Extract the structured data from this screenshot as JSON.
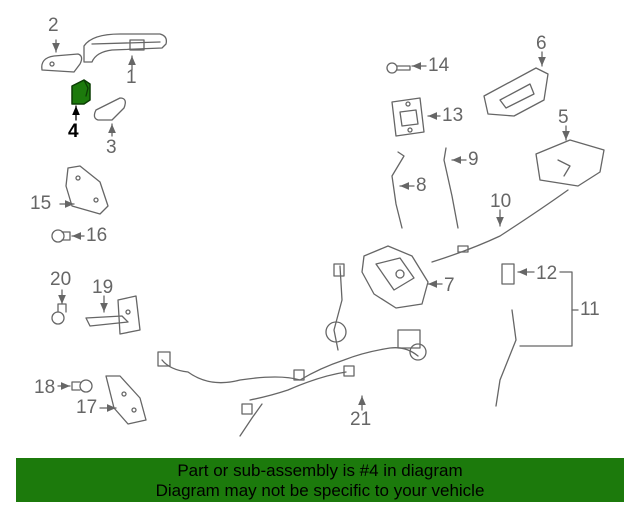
{
  "diagram": {
    "callouts": [
      "1",
      "2",
      "3",
      "4",
      "5",
      "6",
      "7",
      "8",
      "9",
      "10",
      "11",
      "12",
      "13",
      "14",
      "15",
      "16",
      "17",
      "18",
      "19",
      "20",
      "21"
    ],
    "highlight_callout": "4",
    "colors": {
      "line": "#666666",
      "highlight_fill": "#1c7a0c",
      "highlight_stroke": "#0b3d04",
      "banner": "#1c7a0c"
    }
  },
  "banner": {
    "line1": "Part or sub-assembly is #4 in diagram",
    "line2": "Diagram may not be specific to your vehicle"
  }
}
